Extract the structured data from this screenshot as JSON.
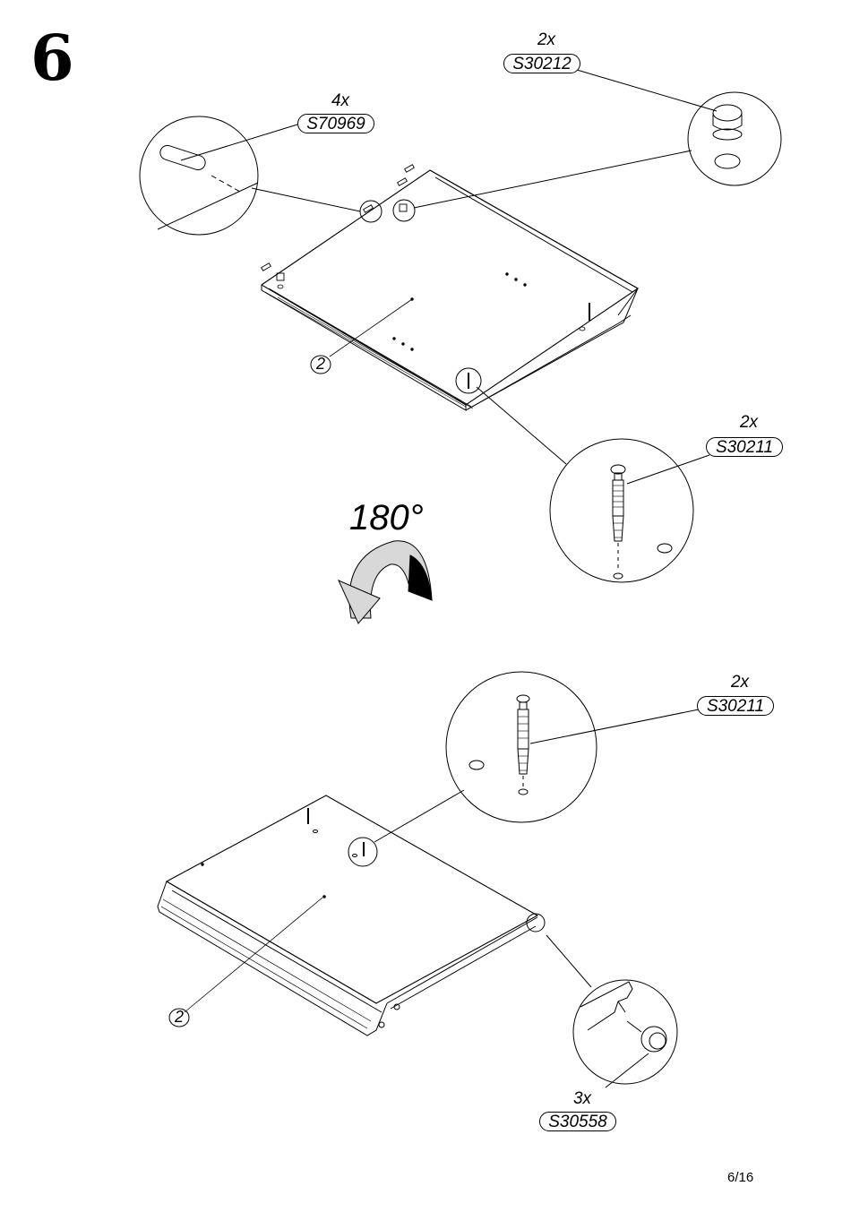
{
  "step": {
    "number": "6"
  },
  "page": {
    "number": "6/16"
  },
  "rotation": {
    "label": "180°"
  },
  "parts": {
    "s70969": {
      "qty": "4x",
      "code": "S70969"
    },
    "s30212": {
      "qty": "2x",
      "code": "S30212"
    },
    "s30211_top": {
      "qty": "2x",
      "code": "S30211"
    },
    "s30211_bottom": {
      "qty": "2x",
      "code": "S30211"
    },
    "s30558": {
      "qty": "3x",
      "code": "S30558"
    }
  },
  "panel_labels": {
    "top": "2",
    "bottom": "2"
  }
}
